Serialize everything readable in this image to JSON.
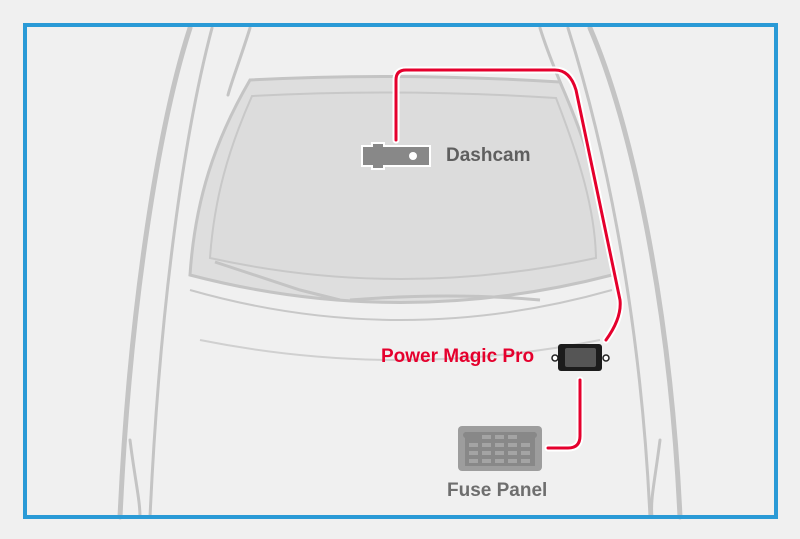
{
  "labels": {
    "dashcam": "Dashcam",
    "power_magic_pro": "Power Magic Pro",
    "fuse_panel": "Fuse Panel"
  },
  "colors": {
    "frame": "#2a9ad6",
    "cable": "#e5002d",
    "car_outline": "#c4c4c4",
    "background": "#f0f0f0"
  }
}
